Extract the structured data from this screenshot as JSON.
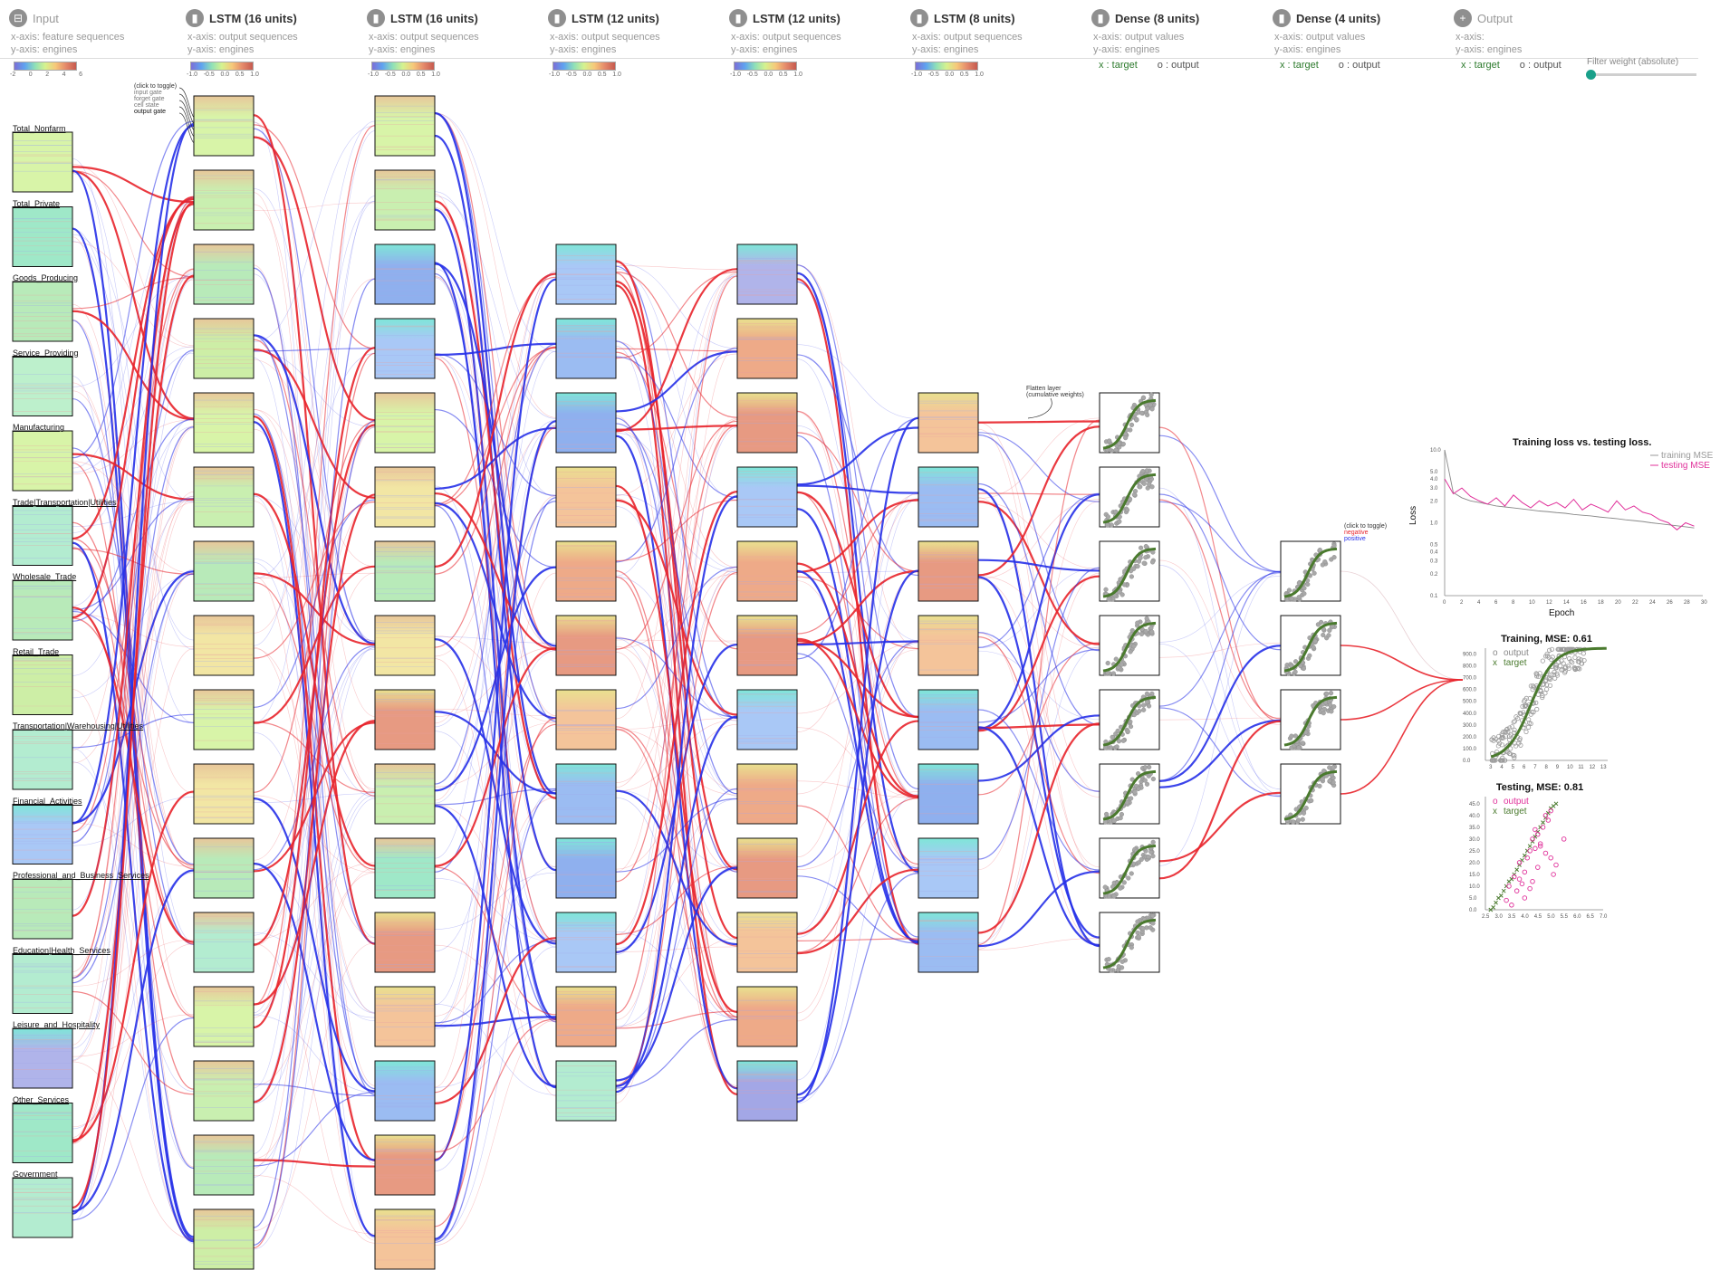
{
  "layers": [
    {
      "title": "Input",
      "icon": "minus-box-icon",
      "muted": true,
      "x_axis": "x-axis: feature sequences",
      "y_axis": "y-axis: engines",
      "colorbar_ticks": [
        "-2",
        "0",
        "2",
        "4",
        "6"
      ]
    },
    {
      "title": "LSTM (16 units)",
      "icon": "trash-icon",
      "x_axis": "x-axis: output sequences",
      "y_axis": "y-axis: engines",
      "colorbar_ticks": [
        "-1.0",
        "-0.5",
        "0.0",
        "0.5",
        "1.0"
      ]
    },
    {
      "title": "LSTM (16 units)",
      "icon": "trash-icon",
      "x_axis": "x-axis: output sequences",
      "y_axis": "y-axis: engines",
      "colorbar_ticks": [
        "-1.0",
        "-0.5",
        "0.0",
        "0.5",
        "1.0"
      ]
    },
    {
      "title": "LSTM (12 units)",
      "icon": "trash-icon",
      "x_axis": "x-axis: output sequences",
      "y_axis": "y-axis: engines",
      "colorbar_ticks": [
        "-1.0",
        "-0.5",
        "0.0",
        "0.5",
        "1.0"
      ]
    },
    {
      "title": "LSTM (12 units)",
      "icon": "trash-icon",
      "x_axis": "x-axis: output sequences",
      "y_axis": "y-axis: engines",
      "colorbar_ticks": [
        "-1.0",
        "-0.5",
        "0.0",
        "0.5",
        "1.0"
      ]
    },
    {
      "title": "LSTM (8 units)",
      "icon": "trash-icon",
      "x_axis": "x-axis: output sequences",
      "y_axis": "y-axis: engines",
      "colorbar_ticks": [
        "-1.0",
        "-0.5",
        "0.0",
        "0.5",
        "1.0"
      ]
    },
    {
      "title": "Dense (8 units)",
      "icon": "trash-icon",
      "x_axis": "x-axis: output values",
      "y_axis": "y-axis: engines",
      "legend_target": "x : target",
      "legend_output": "o : output"
    },
    {
      "title": "Dense (4 units)",
      "icon": "trash-icon",
      "x_axis": "x-axis: output values",
      "y_axis": "y-axis: engines",
      "legend_target": "x : target",
      "legend_output": "o : output"
    },
    {
      "title": "Output",
      "icon": "plus-icon",
      "muted": true,
      "x_axis": "x-axis:",
      "y_axis": "y-axis: engines",
      "legend_target": "x : target",
      "legend_output": "o : output"
    }
  ],
  "filter": {
    "label": "Filter weight (absolute)",
    "value": 0.0
  },
  "input_features": [
    "Total_Nonfarm",
    "Total_Private",
    "Goods_Producing",
    "Service_Providing",
    "Manufacturing",
    "Trade|Transportation|Utilities",
    "Wholesale_Trade",
    "Retail_Trade",
    "Transportation|Warehousing|Utilities",
    "Financial_Activities",
    "Professional_and_Business_Services",
    "Education|Health_Services",
    "Leisure_and_Hospitality",
    "Other_Services",
    "Government"
  ],
  "lstm_annotation": {
    "toggle": "(click to toggle)",
    "gates": [
      "input gate",
      "forget gate",
      "cell state",
      "output gate"
    ]
  },
  "flatten_annotation": [
    "Flatten layer",
    "(cumulative weights)"
  ],
  "weight_legend": {
    "toggle": "(click to toggle)",
    "negative": "negative",
    "positive": "positive",
    "negative_color": "#e8242b",
    "positive_color": "#2630e8"
  },
  "colors": {
    "positive": "#2630e8",
    "negative": "#e8242b",
    "target": "#4a7a2e",
    "output_gray": "#9a9a9a",
    "testing": "#e0309a"
  },
  "loss_chart": {
    "title": "Training loss vs. testing loss.",
    "xlabel": "Epoch",
    "ylabel": "Loss",
    "legend": [
      "training MSE",
      "testing MSE"
    ],
    "y_ticks": [
      "10.0",
      "5.0",
      "4.0",
      "3.0",
      "2.0",
      "1.0",
      "0.5",
      "0.4",
      "0.3",
      "0.2",
      "0.1"
    ],
    "x_ticks": [
      "0",
      "2",
      "4",
      "6",
      "8",
      "10",
      "12",
      "14",
      "16",
      "18",
      "20",
      "22",
      "24",
      "26",
      "28",
      "30"
    ]
  },
  "training_chart": {
    "title": "Training, MSE: 0.61",
    "legend": [
      "output",
      "target"
    ],
    "y_ticks": [
      "900.0",
      "800.0",
      "700.0",
      "600.0",
      "500.0",
      "400.0",
      "300.0",
      "200.0",
      "100.0",
      "0.0"
    ],
    "x_ticks": [
      "3",
      "4",
      "5",
      "6",
      "7",
      "8",
      "9",
      "10",
      "11",
      "12",
      "13"
    ]
  },
  "testing_chart": {
    "title": "Testing, MSE: 0.81",
    "legend": [
      "output",
      "target"
    ],
    "y_ticks": [
      "45.0",
      "40.0",
      "35.0",
      "30.0",
      "25.0",
      "20.0",
      "15.0",
      "10.0",
      "5.0",
      "0.0"
    ],
    "x_ticks": [
      "2.5",
      "3.0",
      "3.5",
      "4.0",
      "4.5",
      "5.0",
      "5.5",
      "6.0",
      "6.5",
      "7.0"
    ]
  },
  "chart_data": [
    {
      "type": "line",
      "title": "Training loss vs. testing loss.",
      "xlabel": "Epoch",
      "ylabel": "Loss",
      "y_scale": "log",
      "xlim": [
        0,
        30
      ],
      "ylim": [
        0.1,
        10
      ],
      "series": [
        {
          "name": "training MSE",
          "x": [
            0,
            1,
            2,
            3,
            4,
            5,
            6,
            7,
            8,
            9,
            10,
            11,
            12,
            13,
            14,
            15,
            16,
            17,
            18,
            19,
            20,
            21,
            22,
            23,
            24,
            25,
            26,
            27,
            28,
            29
          ],
          "values": [
            10.0,
            2.6,
            2.2,
            2.0,
            1.9,
            1.8,
            1.7,
            1.65,
            1.6,
            1.55,
            1.5,
            1.45,
            1.42,
            1.38,
            1.35,
            1.3,
            1.27,
            1.24,
            1.2,
            1.17,
            1.14,
            1.1,
            1.07,
            1.04,
            1.0,
            0.97,
            0.94,
            0.91,
            0.88,
            0.85
          ]
        },
        {
          "name": "testing MSE",
          "x": [
            0,
            1,
            2,
            3,
            4,
            5,
            6,
            7,
            8,
            9,
            10,
            11,
            12,
            13,
            14,
            15,
            16,
            17,
            18,
            19,
            20,
            21,
            22,
            23,
            24,
            25,
            26,
            27,
            28,
            29
          ],
          "values": [
            4.0,
            2.5,
            3.0,
            2.3,
            2.0,
            1.8,
            2.2,
            1.7,
            2.4,
            1.9,
            1.6,
            2.0,
            1.7,
            1.9,
            1.6,
            2.1,
            1.5,
            1.8,
            1.6,
            1.4,
            2.0,
            1.5,
            1.7,
            1.4,
            1.3,
            1.1,
            1.0,
            0.8,
            1.0,
            0.9
          ]
        }
      ]
    },
    {
      "type": "scatter",
      "title": "Training, MSE: 0.61",
      "xlim": [
        2.5,
        13.5
      ],
      "ylim": [
        0,
        950
      ],
      "series": [
        {
          "name": "output",
          "marker": "o"
        },
        {
          "name": "target",
          "marker": "x"
        }
      ]
    },
    {
      "type": "scatter",
      "title": "Testing, MSE: 0.81",
      "xlim": [
        2.5,
        7.0
      ],
      "ylim": [
        0,
        48
      ],
      "series": [
        {
          "name": "output",
          "marker": "o",
          "x": [
            3.3,
            3.4,
            3.5,
            3.6,
            3.7,
            3.8,
            3.9,
            4.0,
            4.0,
            4.1,
            4.2,
            4.3,
            4.3,
            4.4,
            4.5,
            4.5,
            4.6,
            4.7,
            4.8,
            4.8,
            4.9,
            5.0,
            5.1,
            5.2,
            5.5,
            4.2,
            3.8,
            4.6,
            5.0,
            4.4
          ],
          "values": [
            4,
            10,
            2,
            14,
            8,
            20,
            11,
            5,
            16,
            22,
            25,
            12,
            30,
            26,
            18,
            32,
            28,
            35,
            24,
            40,
            38,
            42,
            15,
            19,
            30,
            9,
            13,
            27,
            22,
            34
          ]
        },
        {
          "name": "target",
          "marker": "x",
          "x": [
            2.7,
            2.8,
            2.9,
            3.0,
            3.1,
            3.2,
            3.3,
            3.4,
            3.5,
            3.6,
            3.7,
            3.8,
            3.9,
            4.0,
            4.1,
            4.2,
            4.3,
            4.4,
            4.5,
            4.6,
            4.7,
            4.8,
            4.9,
            5.0,
            5.1,
            5.2
          ],
          "values": [
            0,
            1,
            3,
            5,
            6,
            8,
            10,
            12,
            13,
            15,
            17,
            19,
            21,
            23,
            25,
            27,
            29,
            31,
            33,
            35,
            37,
            39,
            41,
            43,
            44,
            45
          ]
        }
      ]
    }
  ]
}
